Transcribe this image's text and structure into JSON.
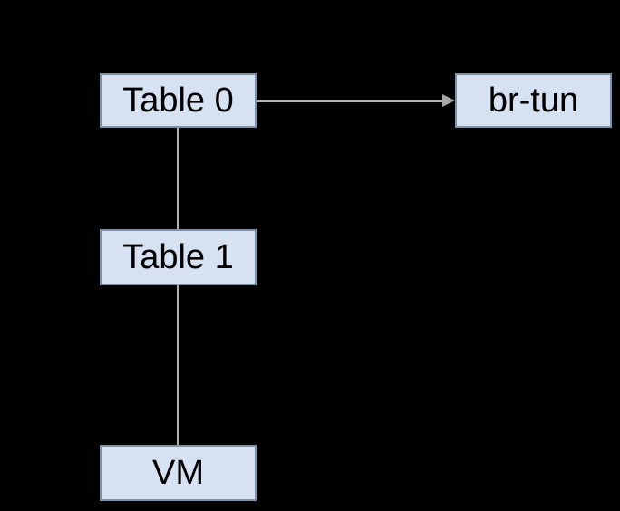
{
  "diagram": {
    "background_color": "#000000",
    "node_fill_color": "#d6e2f1",
    "node_border_color": "#7d92a6",
    "connector_color": "#b3b3b3",
    "text_color": "#000000",
    "nodes": [
      {
        "id": "table0",
        "label": "Table 0"
      },
      {
        "id": "br-tun",
        "label": "br-tun"
      },
      {
        "id": "table1",
        "label": "Table 1"
      },
      {
        "id": "vm",
        "label": "VM"
      }
    ],
    "edges": [
      {
        "from": "Table 0",
        "to": "br-tun",
        "type": "arrow",
        "direction": "right"
      },
      {
        "from": "Table 0",
        "to": "Table 1",
        "type": "line"
      },
      {
        "from": "Table 1",
        "to": "VM",
        "type": "line"
      }
    ]
  }
}
